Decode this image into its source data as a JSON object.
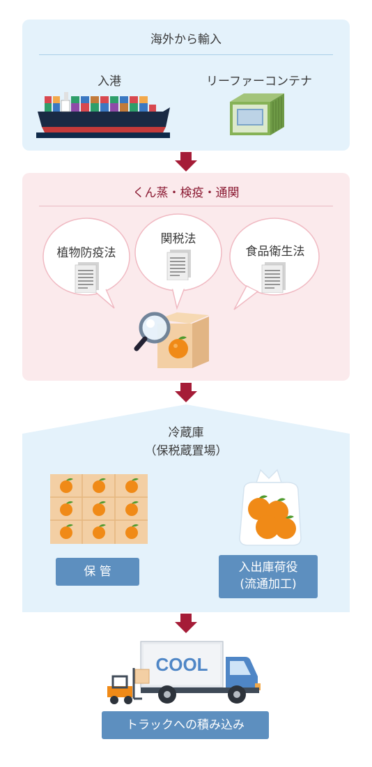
{
  "import": {
    "title": "海外から輸入",
    "port_label": "入港",
    "container_label": "リーファーコンテナ"
  },
  "inspection": {
    "title": "くん蒸・検疫・通関",
    "laws": [
      "植物防疫法",
      "関税法",
      "食品衛生法"
    ]
  },
  "storage": {
    "title": "冷蔵庫",
    "subtitle": "（保税蔵置場）",
    "keep_label": "保 管",
    "handling_label_1": "入出庫荷役",
    "handling_label_2": "(流通加工)"
  },
  "truck": {
    "cool_text": "COOL",
    "label": "トラックへの積み込み"
  },
  "colors": {
    "arrow": "#a51c37",
    "blue_panel": "#e4f2fb",
    "pink_panel": "#fbeaec",
    "badge": "#5d8fbf",
    "orange": "#f08a17"
  }
}
